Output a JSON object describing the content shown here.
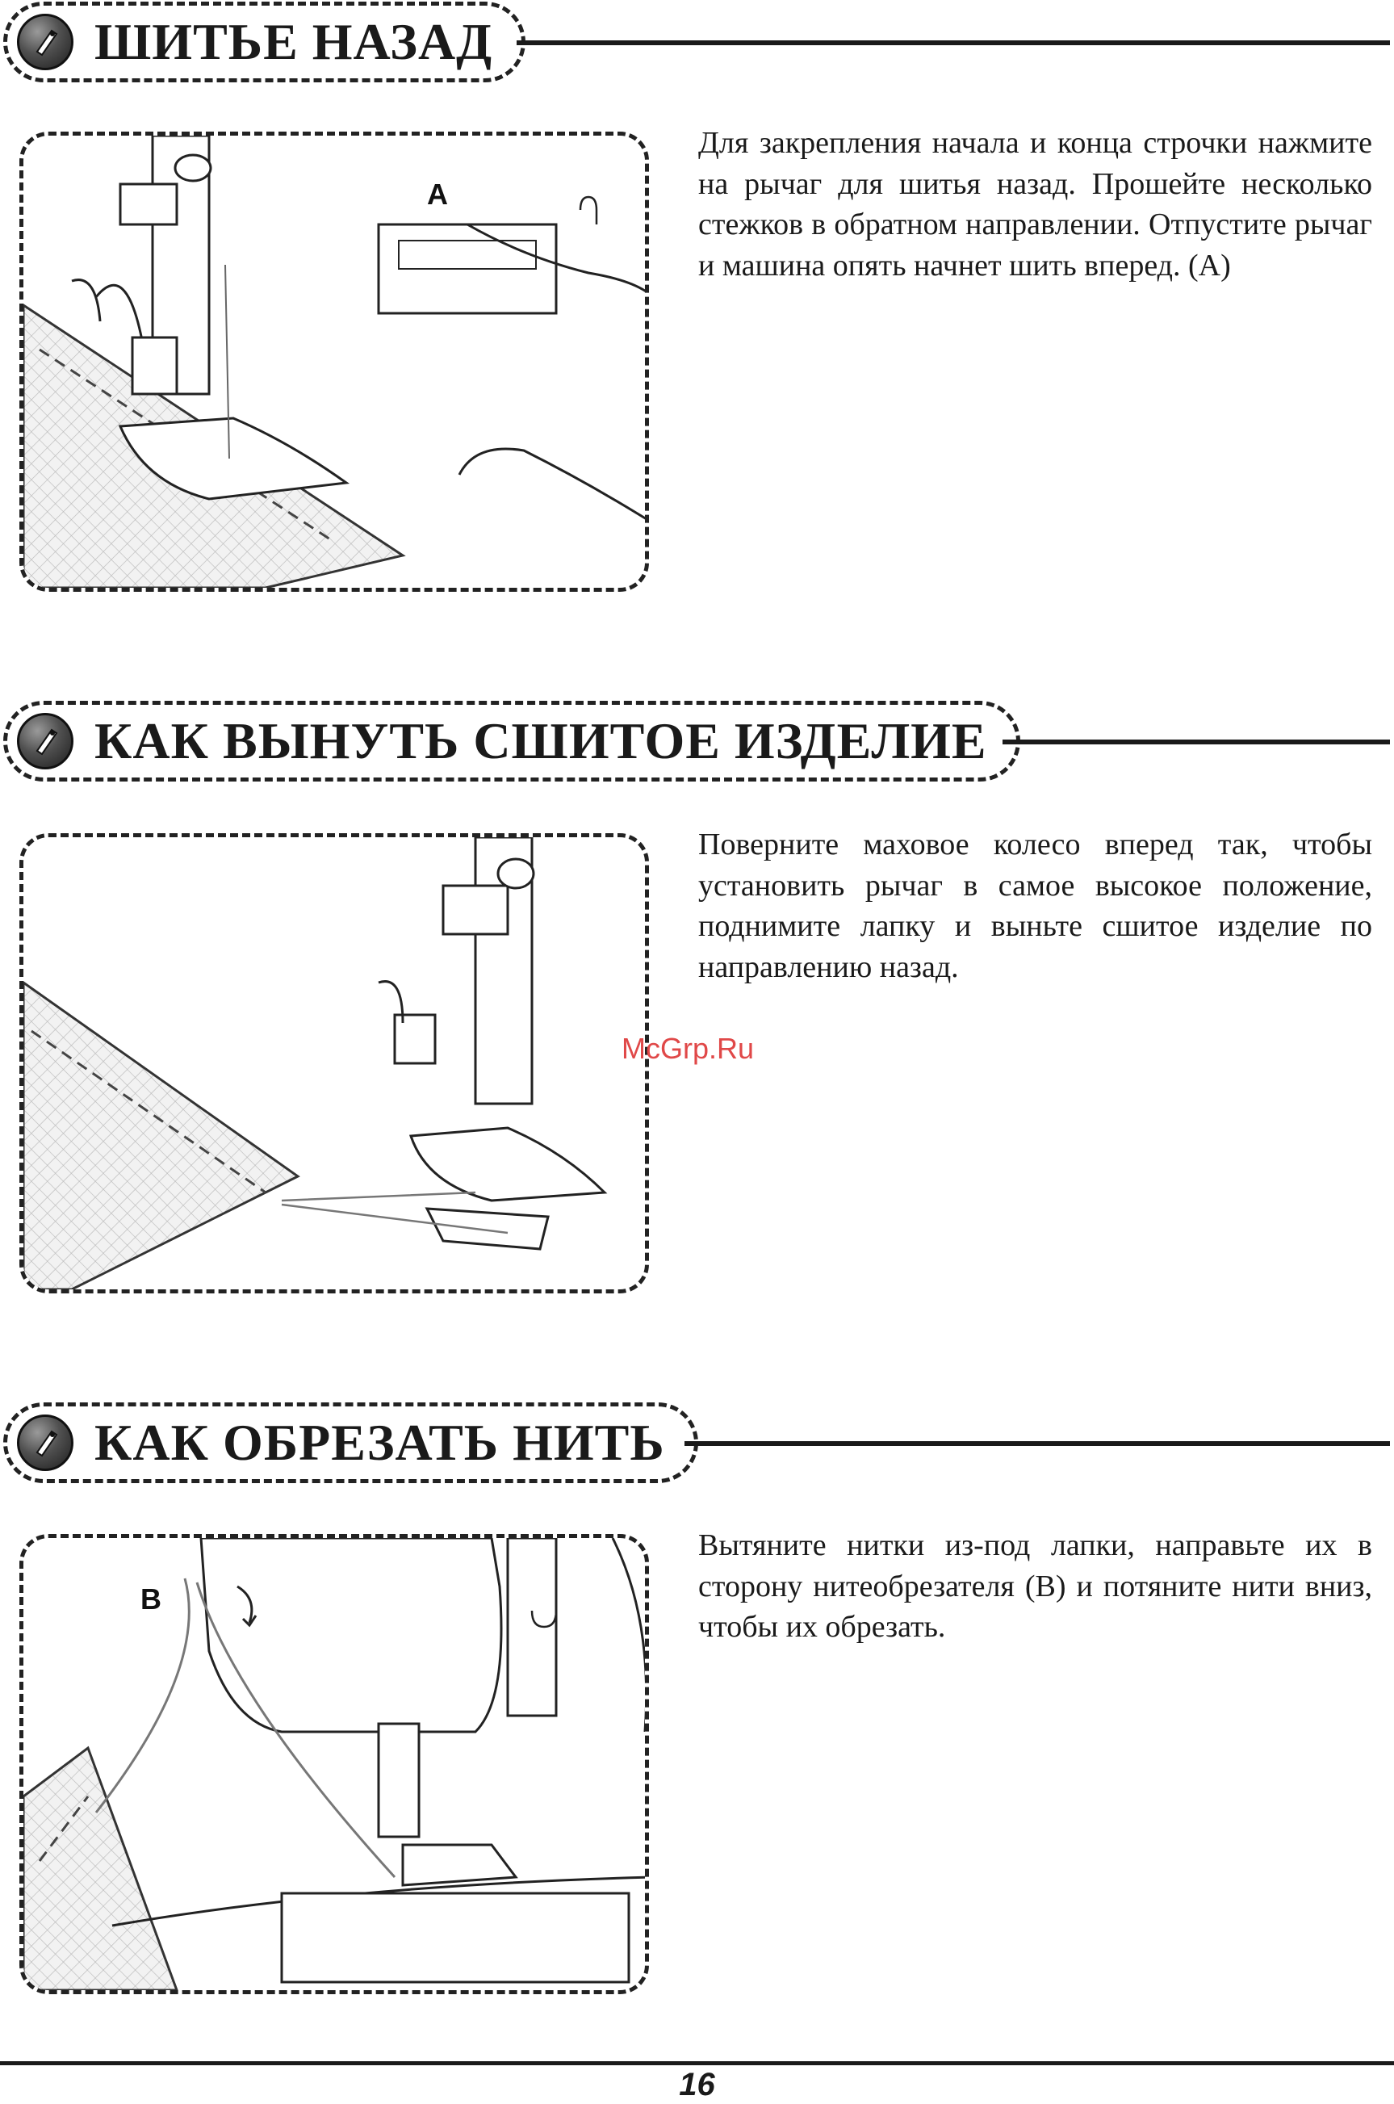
{
  "sections": [
    {
      "title": "ШИТЬЕ НАЗАД",
      "callout": "A",
      "text": "Для закрепления начала и конца строчки нажмите на рычаг для шитья назад. Прошейте несколько стежков в обратном направлении. Отпустите рычаг и машина опять начнет шить вперед. (А)"
    },
    {
      "title": "КАК ВЫНУТЬ СШИТОЕ ИЗДЕЛИЕ",
      "text": "Поверните маховое колесо вперед так, чтобы установить рычаг в самое высокое положение, поднимите лапку и выньте сшитое изделие по направлению назад."
    },
    {
      "title": "КАК ОБРЕЗАТЬ НИТЬ",
      "callout": "B",
      "text": "Вытяните нитки из-под лапки, направьте их в сторону нитеобрезателя (В) и потяните нити вниз, чтобы их обрезать."
    }
  ],
  "watermark": "McGrp.Ru",
  "page_number": "16",
  "icons": [
    "needle-badge-icon",
    "reverse-arrow-icon",
    "curved-arrow-icon"
  ],
  "colors": {
    "ink": "#1a1a1a",
    "watermark": "#e04848"
  }
}
